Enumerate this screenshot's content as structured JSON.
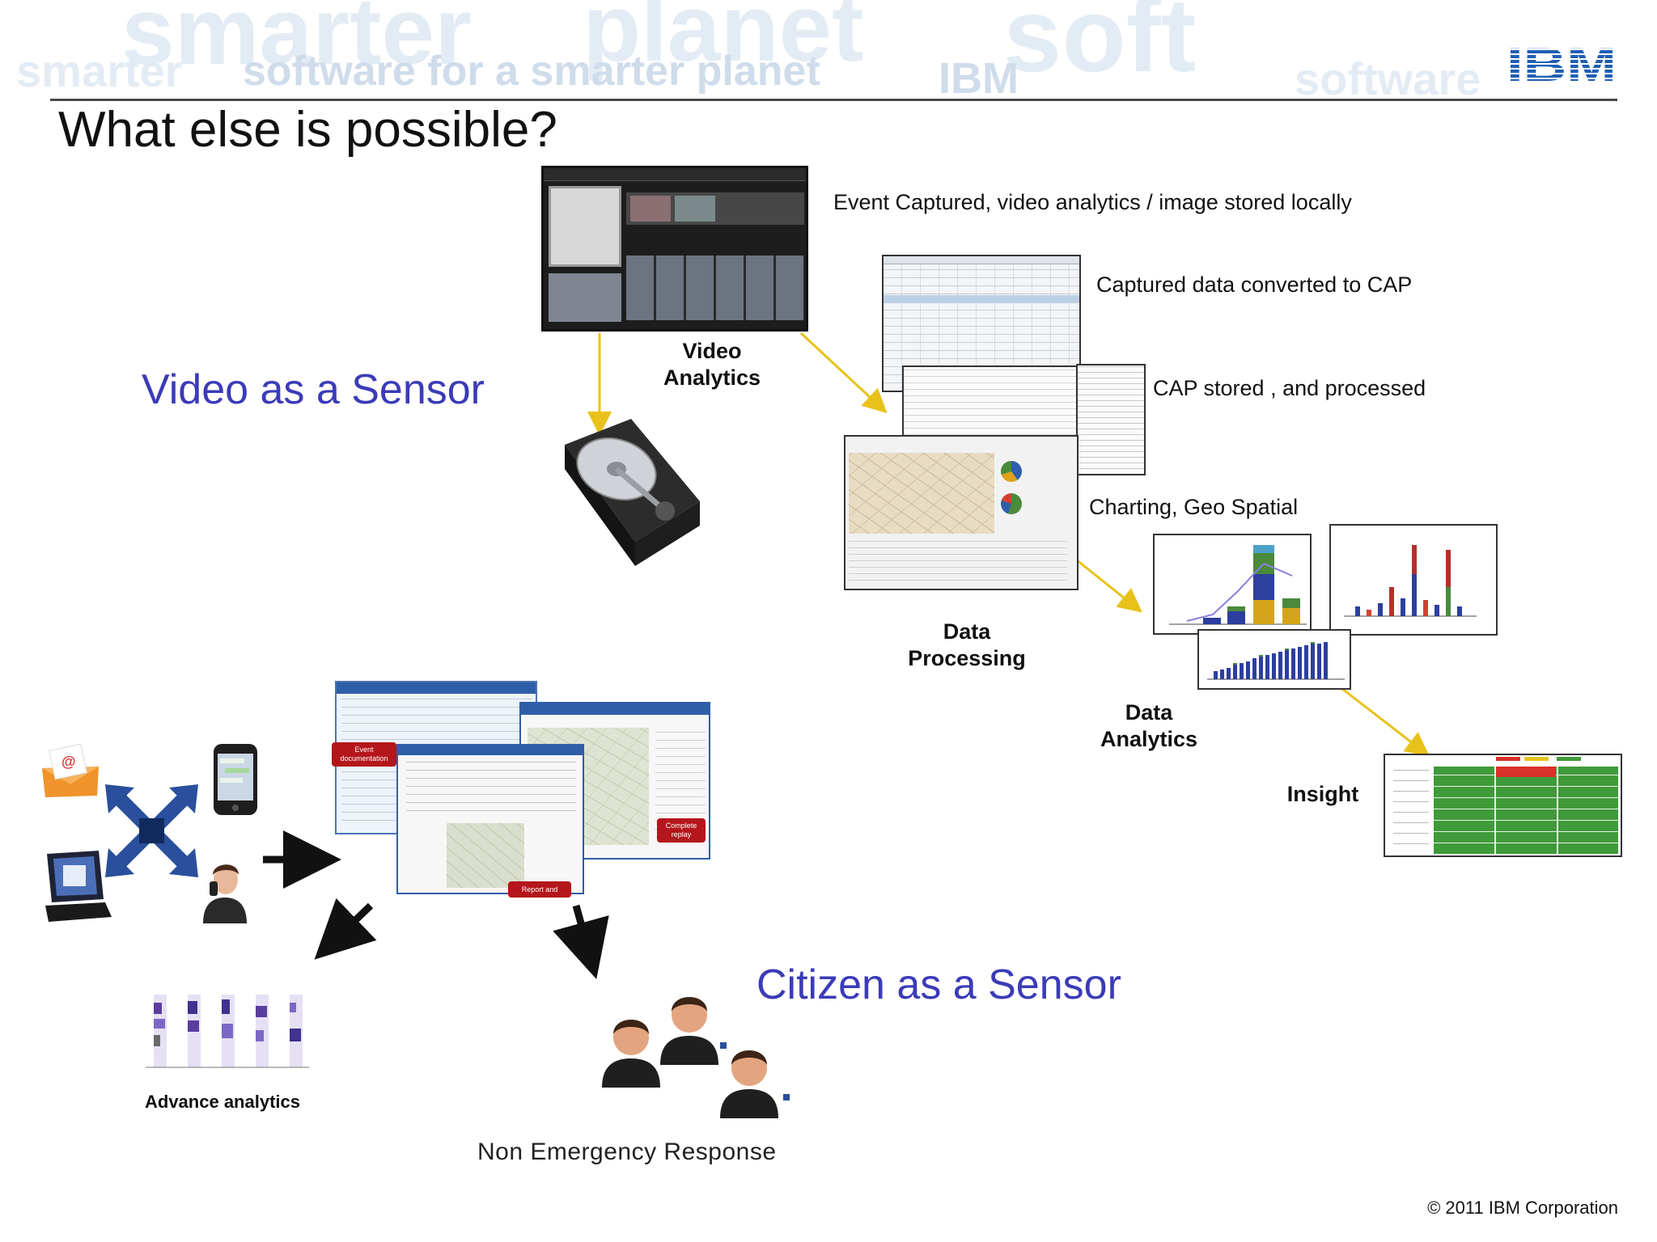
{
  "header": {
    "watermark_words": [
      "smarter",
      "planet",
      "software for a smarter planet",
      "soft",
      "IBM",
      "software",
      "smarter"
    ],
    "logo_text": "IBM"
  },
  "title": "What else is possible?",
  "labels": {
    "video_sensor": "Video as a Sensor",
    "citizen_sensor": "Citizen as a Sensor",
    "video_analytics": "Video Analytics",
    "data_processing": "Data Processing",
    "data_analytics": "Data Analytics",
    "insight": "Insight",
    "advance_analytics": "Advance analytics",
    "non_emergency": "Non Emergency Response"
  },
  "steps": {
    "event_captured": "Event Captured, video analytics / image stored locally",
    "converted_cap": "Captured data converted to CAP",
    "cap_stored": "CAP stored , and processed",
    "charting": "Charting, Geo Spatial"
  },
  "callouts": {
    "event_doc": "Event documentation",
    "complete_replay": "Complete replay",
    "report_and": "Report and"
  },
  "footer": {
    "copyright": "© 2011 IBM Corporation"
  },
  "colors": {
    "accent_blue": "#3b3bb8",
    "arrow_yellow": "#e8c21a",
    "insight_green": "#3f9a3a",
    "insight_red": "#d9302a",
    "callout_red": "#b4161b"
  }
}
